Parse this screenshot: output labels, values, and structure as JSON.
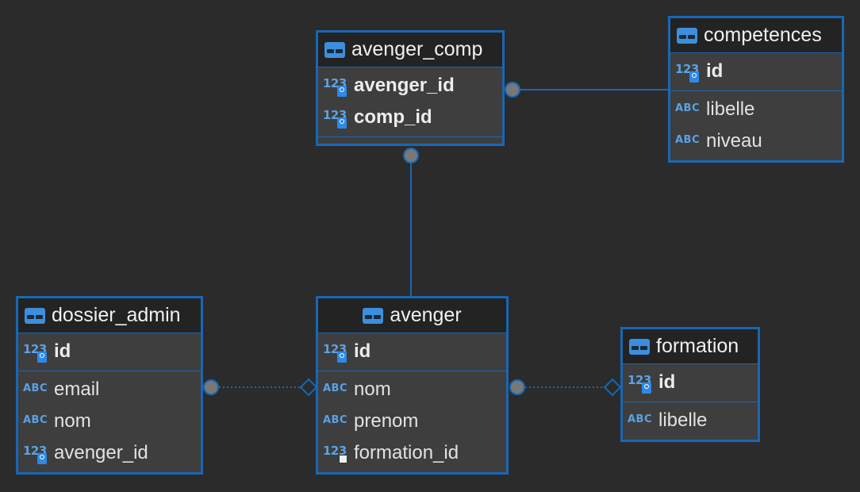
{
  "colors": {
    "background": "#2b2b2b",
    "accent": "#1967b4",
    "header": "#232323",
    "body": "#3e3e3e",
    "type_icon": "#5aa2e6"
  },
  "entities": {
    "avenger_comp": {
      "title": "avenger_comp",
      "sections": [
        [
          {
            "name": "avenger_id",
            "type": "123",
            "pk": true,
            "icon": "numeric-key-icon"
          },
          {
            "name": "comp_id",
            "type": "123",
            "pk": true,
            "icon": "numeric-key-icon"
          }
        ]
      ],
      "empty_section": true
    },
    "competences": {
      "title": "competences",
      "sections": [
        [
          {
            "name": "id",
            "type": "123",
            "pk": true,
            "icon": "numeric-key-icon"
          }
        ],
        [
          {
            "name": "libelle",
            "type": "ABC",
            "pk": false,
            "icon": "text-icon"
          },
          {
            "name": "niveau",
            "type": "ABC",
            "pk": false,
            "icon": "text-icon"
          }
        ]
      ]
    },
    "dossier_admin": {
      "title": "dossier_admin",
      "sections": [
        [
          {
            "name": "id",
            "type": "123",
            "pk": true,
            "icon": "numeric-key-icon"
          }
        ],
        [
          {
            "name": "email",
            "type": "ABC",
            "pk": false,
            "icon": "text-icon"
          },
          {
            "name": "nom",
            "type": "ABC",
            "pk": false,
            "icon": "text-icon"
          },
          {
            "name": "avenger_id",
            "type": "123",
            "pk": false,
            "icon": "numeric-key-icon"
          }
        ]
      ]
    },
    "avenger": {
      "title": "avenger",
      "sections": [
        [
          {
            "name": "id",
            "type": "123",
            "pk": true,
            "icon": "numeric-key-icon"
          }
        ],
        [
          {
            "name": "nom",
            "type": "ABC",
            "pk": false,
            "icon": "text-icon"
          },
          {
            "name": "prenom",
            "type": "ABC",
            "pk": false,
            "icon": "text-icon"
          },
          {
            "name": "formation_id",
            "type": "123",
            "pk": false,
            "icon": "numeric-foreign-key-icon"
          }
        ]
      ]
    },
    "formation": {
      "title": "formation",
      "sections": [
        [
          {
            "name": "id",
            "type": "123",
            "pk": true,
            "icon": "numeric-key-icon"
          }
        ],
        [
          {
            "name": "libelle",
            "type": "ABC",
            "pk": false,
            "icon": "text-icon"
          }
        ]
      ]
    }
  },
  "relations": [
    {
      "from": "avenger_comp",
      "to": "competences",
      "style": "solid",
      "from_end": "dot",
      "to_end": "none"
    },
    {
      "from": "avenger_comp",
      "to": "avenger",
      "style": "solid",
      "from_end": "dot",
      "to_end": "none"
    },
    {
      "from": "dossier_admin",
      "to": "avenger",
      "style": "dotted",
      "from_end": "dot",
      "to_end": "diamond"
    },
    {
      "from": "avenger",
      "to": "formation",
      "style": "dotted",
      "from_end": "dot",
      "to_end": "diamond"
    }
  ]
}
